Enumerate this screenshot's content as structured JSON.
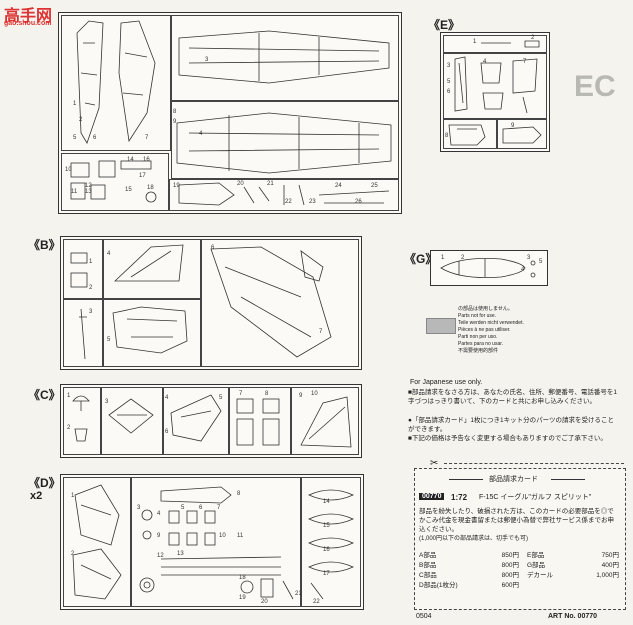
{
  "watermark": {
    "logo": "高手网",
    "url": "gao.shou.com",
    "side_ghost": "EC"
  },
  "sections": {
    "E": "《E》",
    "B": "《B》",
    "G": "《G》",
    "C": "《C》",
    "D": "《D》",
    "D_qty": "x2"
  },
  "parts_not_used": {
    "swatch_color": "#b8b8b8",
    "lines": [
      "の部品は使用しません。",
      "Parts not for use.",
      "Teile werden nicht verwendet.",
      "Pièces à ne pas utiliser.",
      "Parti non per uso.",
      "Partes para no usar.",
      "不需要使用的部件"
    ]
  },
  "japanese_note": {
    "title": "For Japanese use only.",
    "items": [
      "■部品請求をなさる方は、あなたの氏名、住所、郵便番号、電話番号を1字づつはっきり書いて、下のカードと共にお申し込みください。",
      "●「部品請求カード」1枚につき1キット分のパーツの請求を受けることができます。",
      "■下記の価格は予告なく変更する場合もありますのでご了承下さい。"
    ]
  },
  "order_card": {
    "header": "部品請求カード",
    "code": "00770",
    "scale": "1:72",
    "product": "F-15C イーグル\"ガルフ スピリット\"",
    "body": "部品を紛失したり、破損された方は、このカードの必要部品を◎でかこみ代金を現金書留または郵便小為替で弊社サービス係までお申込ください。",
    "note": "(1,000円以下の部品請求は、切手でも可)",
    "prices_left": [
      {
        "label": "A部品",
        "price": "850円"
      },
      {
        "label": "B部品",
        "price": "800円"
      },
      {
        "label": "C部品",
        "price": "800円"
      },
      {
        "label": "D部品(1枚分)",
        "price": "600円"
      }
    ],
    "prices_right": [
      {
        "label": "E部品",
        "price": "750円"
      },
      {
        "label": "G部品",
        "price": "400円"
      },
      {
        "label": "デカール",
        "price": "1,000円"
      }
    ]
  },
  "footer": {
    "date_code": "0504",
    "art_no": "ART No. 00770"
  },
  "part_numbers": {
    "A": [
      "1",
      "2",
      "3",
      "4",
      "5",
      "6",
      "7",
      "8",
      "9",
      "10",
      "11",
      "12",
      "13",
      "14",
      "15",
      "16",
      "17",
      "18",
      "19",
      "20",
      "21",
      "22",
      "23",
      "24",
      "25",
      "26"
    ],
    "E": [
      "1",
      "2",
      "3",
      "4",
      "5",
      "6",
      "7",
      "8",
      "9"
    ],
    "B": [
      "1",
      "2",
      "3",
      "4",
      "5",
      "6",
      "7"
    ],
    "G": [
      "1",
      "2",
      "3",
      "4",
      "5"
    ],
    "C": [
      "1",
      "2",
      "3",
      "4",
      "5",
      "6",
      "7",
      "8",
      "9",
      "10"
    ],
    "D": [
      "1",
      "2",
      "3",
      "4",
      "5",
      "6",
      "7",
      "8",
      "9",
      "10",
      "11",
      "12",
      "13",
      "14",
      "15",
      "16",
      "17",
      "18",
      "19",
      "20",
      "21",
      "22"
    ]
  }
}
